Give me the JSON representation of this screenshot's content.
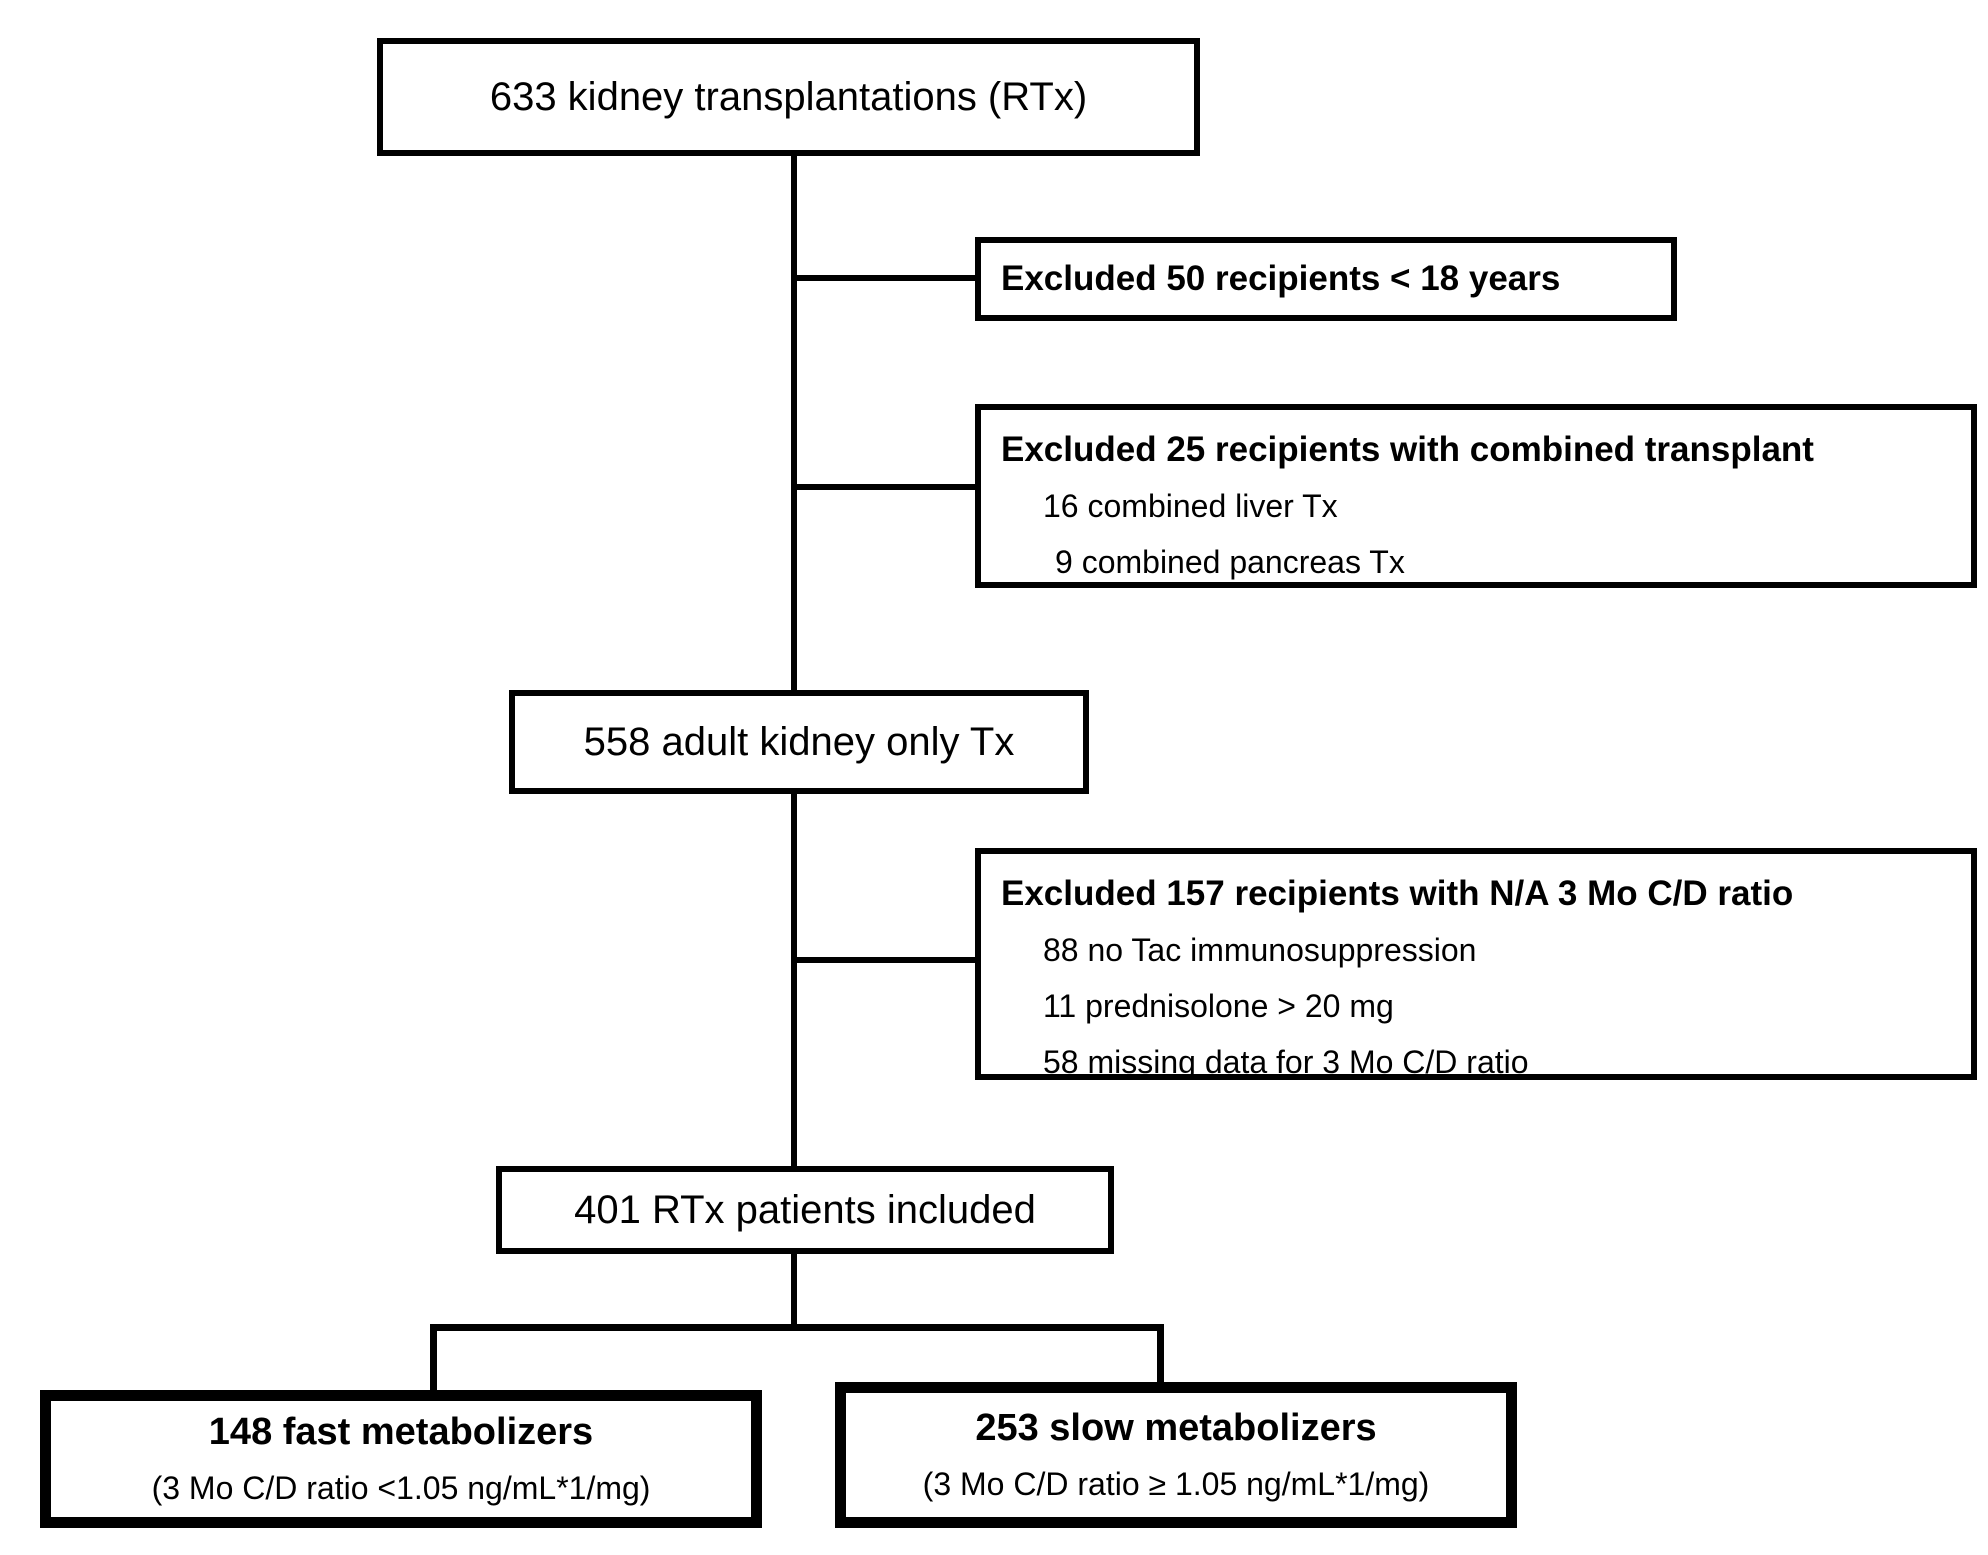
{
  "diagram": {
    "total": {
      "label": "633 kidney transplantations (RTx)"
    },
    "excluded_age": {
      "label": "Excluded 50 recipients < 18 years"
    },
    "excluded_combined": {
      "title": "Excluded 25 recipients with combined transplant",
      "items": [
        "16 combined liver Tx",
        "9 combined pancreas Tx"
      ]
    },
    "adult_kidney_only": {
      "label": "558 adult kidney only Tx"
    },
    "excluded_ratio": {
      "title": "Excluded 157 recipients with N/A 3 Mo C/D ratio",
      "items": [
        "88 no Tac immunosuppression",
        "11 prednisolone > 20 mg",
        "58 missing data for 3 Mo C/D ratio"
      ]
    },
    "included": {
      "label": "401 RTx patients included"
    },
    "fast_metabolizers": {
      "title": "148 fast metabolizers",
      "subtitle": "(3 Mo C/D ratio <1.05 ng/mL*1/mg)"
    },
    "slow_metabolizers": {
      "title": "253 slow metabolizers",
      "subtitle": "(3 Mo C/D ratio ≥ 1.05 ng/mL*1/mg)"
    },
    "colors": {
      "ink": "#000000",
      "background": "#ffffff"
    }
  }
}
